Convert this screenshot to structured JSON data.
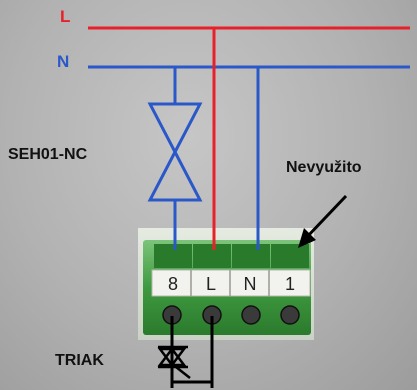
{
  "wires": {
    "line_label": "L",
    "neutral_label": "N",
    "line_color": "#e8202a",
    "neutral_color": "#2a58c8"
  },
  "devices": {
    "valve_label": "SEH01-NC",
    "unused_label": "Nevyužito",
    "triac_label": "TRIAK"
  },
  "terminal_block": {
    "terminals": [
      "8",
      "L",
      "N",
      "1"
    ],
    "body_color": "#3f9a3f",
    "label_strip_color": "#f2f2ee"
  }
}
